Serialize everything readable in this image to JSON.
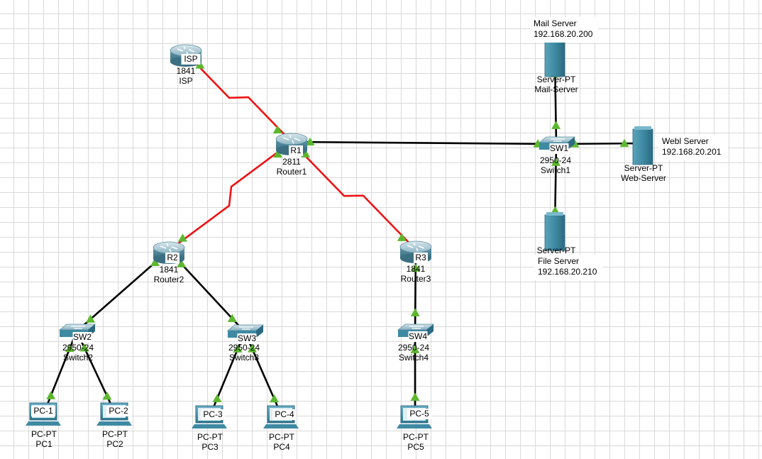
{
  "colors": {
    "serial_link": "#ee1111",
    "ethernet_link": "#000000",
    "link_up": "#5cb82e",
    "device_body": "#3f8aa3",
    "grid": "#d9d9d9"
  },
  "devices": {
    "isp": {
      "tag": "ISP",
      "model": "1841",
      "name": "ISP",
      "icon": "router-icon"
    },
    "r1": {
      "tag": "R1",
      "model": "2811",
      "name": "Router1",
      "icon": "router-icon"
    },
    "r2": {
      "tag": "R2",
      "model": "1841",
      "name": "Router2",
      "icon": "router-icon"
    },
    "r3": {
      "tag": "R3",
      "model": "1841",
      "name": "Router3",
      "icon": "router-icon"
    },
    "sw1": {
      "tag": "SW1",
      "model": "2950-24",
      "name": "Switch1",
      "icon": "switch-icon"
    },
    "sw2": {
      "tag": "SW2",
      "model": "2950-24",
      "name": "Switch2",
      "icon": "switch-icon"
    },
    "sw3": {
      "tag": "SW3",
      "model": "2950-24",
      "name": "Switch3",
      "icon": "switch-icon"
    },
    "sw4": {
      "tag": "SW4",
      "model": "2950-24",
      "name": "Switch4",
      "icon": "switch-icon"
    },
    "pc1": {
      "tag": "PC-1",
      "model": "PC-PT",
      "name": "PC1",
      "icon": "pc-icon"
    },
    "pc2": {
      "tag": "PC-2",
      "model": "PC-PT",
      "name": "PC2",
      "icon": "pc-icon"
    },
    "pc3": {
      "tag": "PC-3",
      "model": "PC-PT",
      "name": "PC3",
      "icon": "pc-icon"
    },
    "pc4": {
      "tag": "PC-4",
      "model": "PC-PT",
      "name": "PC4",
      "icon": "pc-icon"
    },
    "pc5": {
      "tag": "PC-5",
      "model": "PC-PT",
      "name": "PC5",
      "icon": "pc-icon"
    },
    "mail": {
      "model": "Server-PT",
      "name": "Mail-Server",
      "icon": "server-icon"
    },
    "web": {
      "model": "Server-PT",
      "name": "Web-Server",
      "icon": "server-icon"
    },
    "file": {
      "model": "Server-PT",
      "name": "File-Server",
      "icon": "server-icon"
    }
  },
  "notes": {
    "mail": {
      "title": "Mail Server",
      "ip": "192.168.20.200"
    },
    "web": {
      "title": "Webl Server",
      "ip": "192.168.20.201"
    },
    "file": {
      "title": "File Server",
      "ip": "192.168.20.210"
    }
  },
  "links": [
    {
      "from": "isp",
      "to": "r1",
      "type": "serial"
    },
    {
      "from": "r1",
      "to": "r2",
      "type": "serial"
    },
    {
      "from": "r1",
      "to": "r3",
      "type": "serial"
    },
    {
      "from": "r1",
      "to": "sw1",
      "type": "ethernet"
    },
    {
      "from": "sw1",
      "to": "mail",
      "type": "ethernet"
    },
    {
      "from": "sw1",
      "to": "web",
      "type": "ethernet"
    },
    {
      "from": "sw1",
      "to": "file",
      "type": "ethernet"
    },
    {
      "from": "r2",
      "to": "sw2",
      "type": "ethernet"
    },
    {
      "from": "r2",
      "to": "sw3",
      "type": "ethernet"
    },
    {
      "from": "r3",
      "to": "sw4",
      "type": "ethernet"
    },
    {
      "from": "sw2",
      "to": "pc1",
      "type": "ethernet"
    },
    {
      "from": "sw2",
      "to": "pc2",
      "type": "ethernet"
    },
    {
      "from": "sw3",
      "to": "pc3",
      "type": "ethernet"
    },
    {
      "from": "sw3",
      "to": "pc4",
      "type": "ethernet"
    },
    {
      "from": "sw4",
      "to": "pc5",
      "type": "ethernet"
    }
  ]
}
